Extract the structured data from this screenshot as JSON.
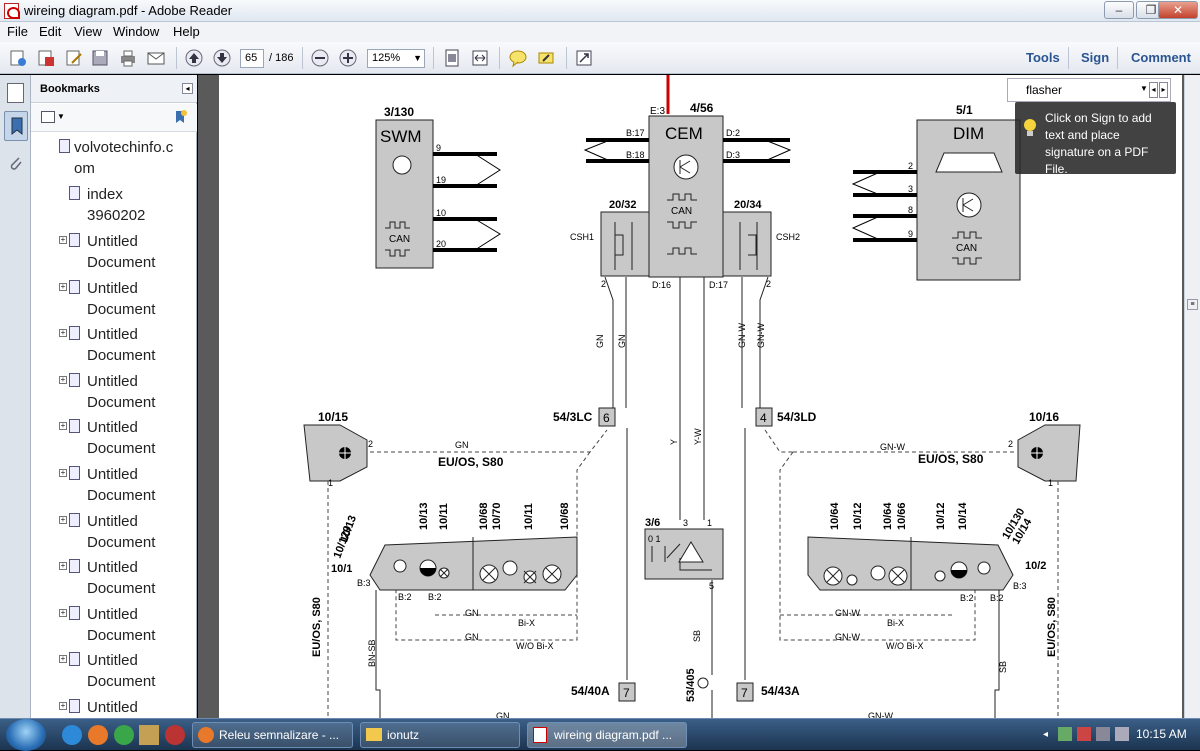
{
  "window": {
    "title": "wireing diagram.pdf - Adobe Reader",
    "min": "–",
    "max": "❐",
    "close": "✕"
  },
  "menu": [
    "File",
    "Edit",
    "View",
    "Window",
    "Help"
  ],
  "toolbar": {
    "page_current": "65",
    "page_total": "/ 186",
    "zoom": "125%",
    "tools": "Tools",
    "sign": "Sign",
    "comment": "Comment"
  },
  "search": {
    "value": "flasher"
  },
  "tip": {
    "text": "Click on Sign to add text and place signature on a PDF File."
  },
  "bookmarks": {
    "title": "Bookmarks",
    "items": [
      {
        "l1": "volvotechinfo.c",
        "l2": "om"
      },
      {
        "l1": "index",
        "l2": "3960202"
      },
      {
        "l1": "Untitled",
        "l2": "Document"
      },
      {
        "l1": "Untitled",
        "l2": "Document"
      },
      {
        "l1": "Untitled",
        "l2": "Document"
      },
      {
        "l1": "Untitled",
        "l2": "Document"
      },
      {
        "l1": "Untitled",
        "l2": "Document"
      },
      {
        "l1": "Untitled",
        "l2": "Document"
      },
      {
        "l1": "Untitled",
        "l2": "Document"
      },
      {
        "l1": "Untitled",
        "l2": "Document"
      },
      {
        "l1": "Untitled",
        "l2": "Document"
      },
      {
        "l1": "Untitled",
        "l2": "Document"
      },
      {
        "l1": "Untitled",
        "l2": ""
      }
    ]
  },
  "diagram": {
    "swm": {
      "ref": "3/130",
      "name": "SWM",
      "can": "CAN",
      "pins": [
        "9",
        "19",
        "10",
        "20"
      ]
    },
    "cem": {
      "ref": "4/56",
      "name": "CEM",
      "can": "CAN",
      "e3": "E:3",
      "b17": "B:17",
      "b18": "B:18",
      "d2": "D:2",
      "d3": "D:3",
      "d16": "D:16",
      "d17": "D:17"
    },
    "dim": {
      "ref": "5/1",
      "name": "DIM",
      "can": "CAN",
      "pins": [
        "2",
        "3",
        "8",
        "9"
      ]
    },
    "csh1": {
      "ref": "20/32",
      "name": "CSH1",
      "pin": "2"
    },
    "csh2": {
      "ref": "20/34",
      "name": "CSH2",
      "pin": "2"
    },
    "wires": {
      "gn": "GN",
      "gnw": "GN-W",
      "y": "Y",
      "yw": "Y-W",
      "sb": "SB",
      "bnsb": "BN-SB",
      "bix": "Bi-X",
      "wobix": "W/O Bi-X"
    },
    "conn": {
      "c6": "6",
      "c6l": "54/3LC",
      "c4": "4",
      "c4l": "54/3LD",
      "c7a": "7",
      "c7al": "54/40A",
      "c7b": "7",
      "c7bl": "54/43A",
      "c405": "53/405"
    },
    "lamps": {
      "l1015": "10/15",
      "l1016": "10/16",
      "euos": "EU/OS, S80",
      "one": "1",
      "two": "2"
    },
    "left": {
      "l1013": "10/13",
      "l1011": "10/11",
      "l1068": "10/68",
      "l1070": "10/70",
      "l1011b": "10/11",
      "l1068b": "10/68",
      "l10129": "10/129",
      "l1013b": "10/13",
      "l101": "10/1",
      "b3": "B:3",
      "b2a": "B:2",
      "b2b": "B:2"
    },
    "right": {
      "l1064": "10/64",
      "l1012": "10/12",
      "l1064b": "10/64",
      "l1066": "10/66",
      "l1012b": "10/12",
      "l1014": "10/14",
      "l10130": "10/130",
      "l1014b": "10/14",
      "l102": "10/2",
      "b3": "B:3",
      "b2a": "B:2",
      "b2b": "B:2"
    },
    "hazard": {
      "ref": "3/6",
      "p01": "0 1",
      "p3": "3",
      "p1": "1",
      "p5": "5"
    }
  },
  "taskbar": {
    "items": [
      "Releu semnalizare - ...",
      "ionutz",
      "wireing diagram.pdf ..."
    ],
    "clock": "10:15 AM"
  }
}
